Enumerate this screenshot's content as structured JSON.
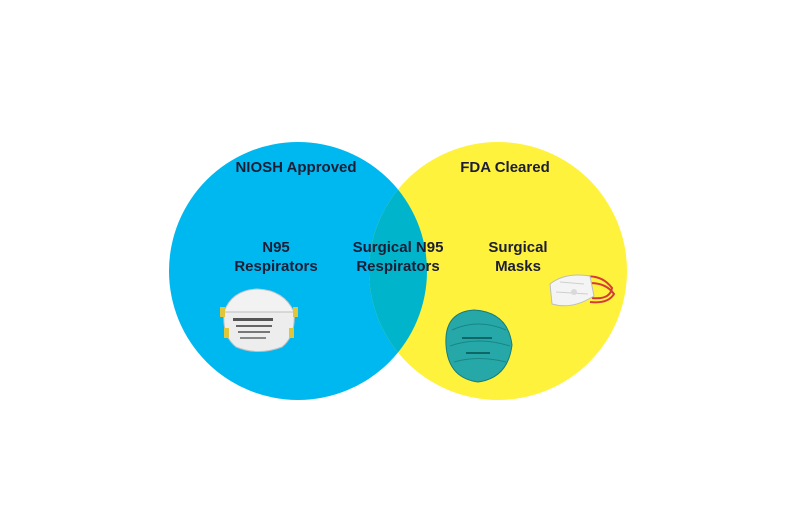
{
  "colors": {
    "left_circle": "#00b8f0",
    "right_circle": "#fef23c",
    "overlap": "#00b4cc",
    "text": "#1d1d35"
  },
  "diagram": {
    "type": "venn",
    "left_set": {
      "header": "NIOSH Approved",
      "only_label": [
        "N95",
        "Respirators"
      ],
      "icon": "n95-respirator-mask-icon"
    },
    "right_set": {
      "header": "FDA Cleared",
      "only_label": [
        "Surgical",
        "Masks"
      ],
      "icon": "surgical-mask-icon"
    },
    "intersection": {
      "label": [
        "Surgical N95",
        "Respirators"
      ],
      "icon": "surgical-n95-respirator-icon"
    }
  }
}
